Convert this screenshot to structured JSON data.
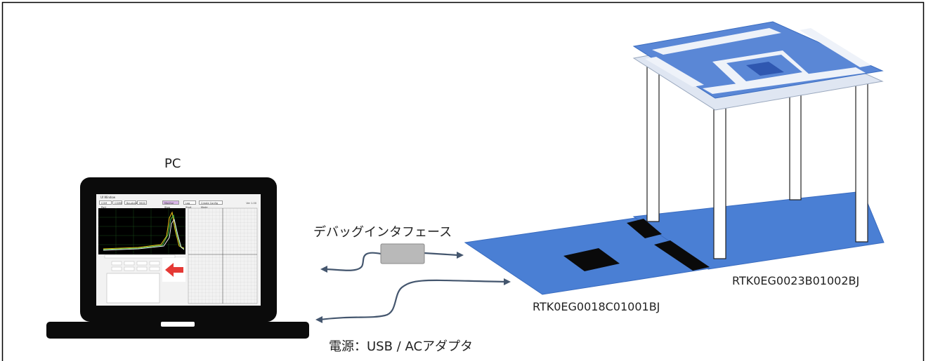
{
  "labels": {
    "pc": "PC",
    "debug_interface": "デバッグインタフェース",
    "board_sensor": "RTK0EG0018C01001BJ",
    "board_stand": "RTK0EG0023B01002BJ",
    "power": "電源：USB / ACアダプタ"
  },
  "app": {
    "title": "UI Window",
    "version": "Ver 1.00",
    "toolbar": [
      "COM Port",
      "COM6",
      "Baudrate",
      "9600",
      "Monitor Stop",
      "Log Start",
      "Create Config Mode"
    ]
  },
  "colors": {
    "board_blue": "#4a7fd4",
    "board_edge": "#3a6cc0",
    "pad_black": "#0a0a0a",
    "laptop": "#0b0b0b",
    "interface_box": "#b9b9b9",
    "cable": "#44566e",
    "accent_red": "#e53935",
    "plot_green": "#2e7d32",
    "plot_yellow": "#f2c318"
  }
}
